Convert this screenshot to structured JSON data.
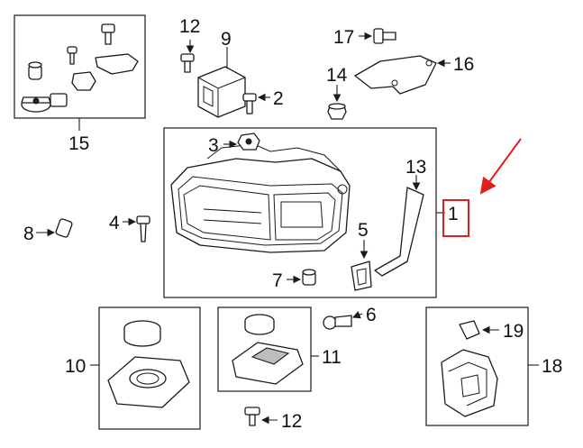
{
  "callouts": {
    "c1": "1",
    "c2": "2",
    "c3": "3",
    "c4": "4",
    "c5": "5",
    "c6": "6",
    "c7": "7",
    "c8": "8",
    "c9": "9",
    "c10": "10",
    "c11": "11",
    "c12a": "12",
    "c12b": "12",
    "c13": "13",
    "c14": "14",
    "c15": "15",
    "c16": "16",
    "c17": "17",
    "c18": "18",
    "c19": "19"
  },
  "colors": {
    "highlight": "#e02020",
    "line": "#1a1a1a"
  }
}
